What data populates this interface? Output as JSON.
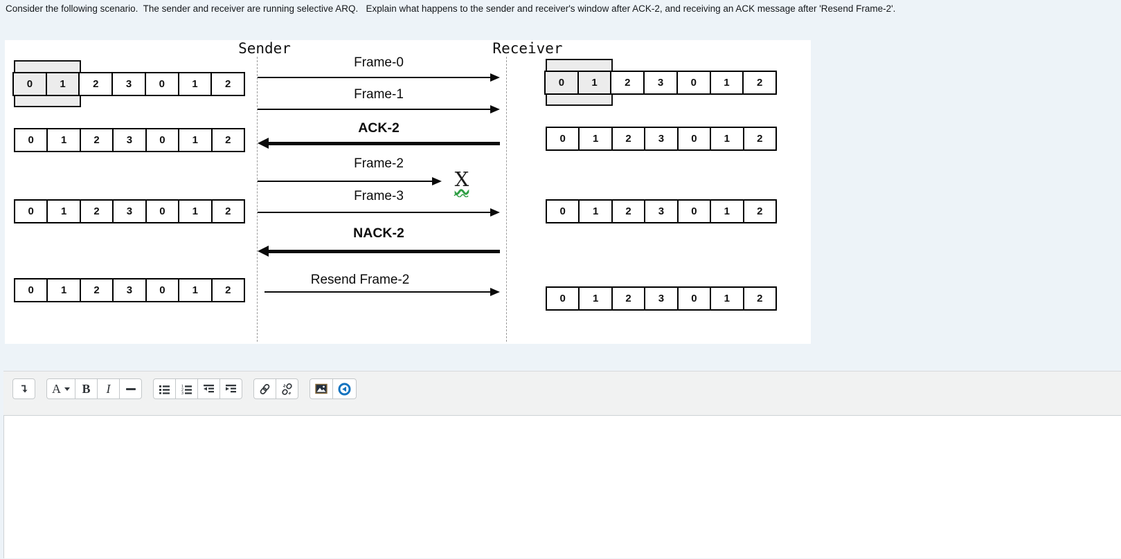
{
  "question": "Consider the following scenario.  The sender and receiver are running selective ARQ.   Explain what happens to the sender and receiver's window after ACK-2, and receiving an ACK message after 'Resend Frame-2'.",
  "diagram": {
    "sender_label": "Sender",
    "receiver_label": "Receiver",
    "cell_values": [
      "0",
      "1",
      "2",
      "3",
      "0",
      "1",
      "2"
    ],
    "sender_rows": [
      {
        "window": {
          "start": 0,
          "size": 2
        }
      },
      {},
      {},
      {}
    ],
    "receiver_rows": [
      {
        "window": {
          "start": 0,
          "size": 2
        }
      },
      {},
      {},
      {}
    ],
    "messages": [
      {
        "label": "Frame-0",
        "direction": "right",
        "style": "thin",
        "delivered": true
      },
      {
        "label": "Frame-1",
        "direction": "right",
        "style": "thin",
        "delivered": true
      },
      {
        "label": "ACK-2",
        "direction": "left",
        "style": "thick",
        "delivered": true
      },
      {
        "label": "Frame-2",
        "direction": "right",
        "style": "thin",
        "delivered": false
      },
      {
        "label": "Frame-3",
        "direction": "right",
        "style": "thin",
        "delivered": true
      },
      {
        "label": "NACK-2",
        "direction": "left",
        "style": "thick",
        "delivered": true
      },
      {
        "label": "Resend Frame-2",
        "direction": "right",
        "style": "thin",
        "delivered": true
      }
    ],
    "loss_marker": "X"
  },
  "toolbar": {
    "groups": [
      {
        "buttons": [
          {
            "name": "collapse-toolbar",
            "icon": "arrow-down-icon"
          }
        ]
      },
      {
        "buttons": [
          {
            "name": "paragraph-styles",
            "label": "A",
            "icon": "caret-down-icon"
          },
          {
            "name": "bold",
            "label": "B"
          },
          {
            "name": "italic",
            "label": "I"
          },
          {
            "name": "horizontal-rule",
            "icon": "dash-icon"
          }
        ]
      },
      {
        "buttons": [
          {
            "name": "unordered-list",
            "icon": "bullet-list-icon"
          },
          {
            "name": "ordered-list",
            "icon": "numbered-list-icon"
          },
          {
            "name": "outdent",
            "icon": "outdent-icon"
          },
          {
            "name": "indent",
            "icon": "indent-icon"
          }
        ]
      },
      {
        "buttons": [
          {
            "name": "insert-link",
            "icon": "link-icon"
          },
          {
            "name": "unlink",
            "icon": "broken-link-icon"
          }
        ]
      },
      {
        "buttons": [
          {
            "name": "insert-image",
            "icon": "image-icon"
          },
          {
            "name": "insert-media",
            "icon": "media-icon"
          }
        ]
      }
    ]
  },
  "editor": {
    "content": ""
  },
  "colors": {
    "page_bg": "#edf3f8",
    "window_fill": "#ececec",
    "accent_blue": "#1373bf",
    "squiggle_green": "#2f9e44"
  }
}
